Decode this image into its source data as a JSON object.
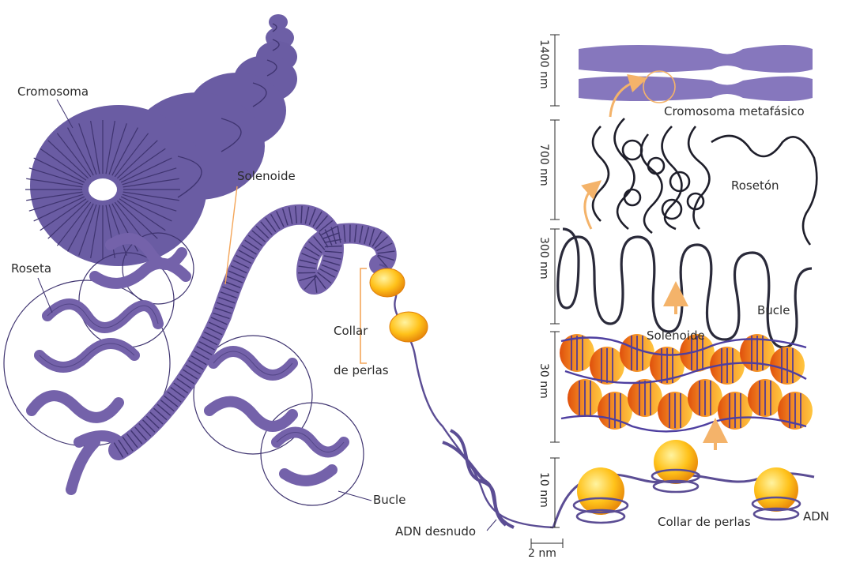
{
  "left_labels": {
    "cromosoma": "Cromosoma",
    "solenoide": "Solenoide",
    "roseta": "Roseta",
    "collar_line1": "Collar",
    "collar_line2": "de perlas",
    "bucle": "Bucle",
    "adn_desnudo": "ADN desnudo"
  },
  "right_labels": {
    "cromosoma_metafasico": "Cromosoma metafásico",
    "roseton": "Rosetón",
    "bucle": "Bucle",
    "solenoide": "Solenoide",
    "collar_de_perlas": "Collar de perlas",
    "adn": "ADN"
  },
  "scale_labels": {
    "s1400": "1400 nm",
    "s700": "700 nm",
    "s300": "300 nm",
    "s30": "30 nm",
    "s10": "10 nm",
    "s2": "2 nm"
  },
  "colors": {
    "purple": "#7b6bb0",
    "purple_dark": "#3f3470",
    "orange": "#f07a1a",
    "yellow": "#ffc21a",
    "arrow": "#f4b36a"
  }
}
